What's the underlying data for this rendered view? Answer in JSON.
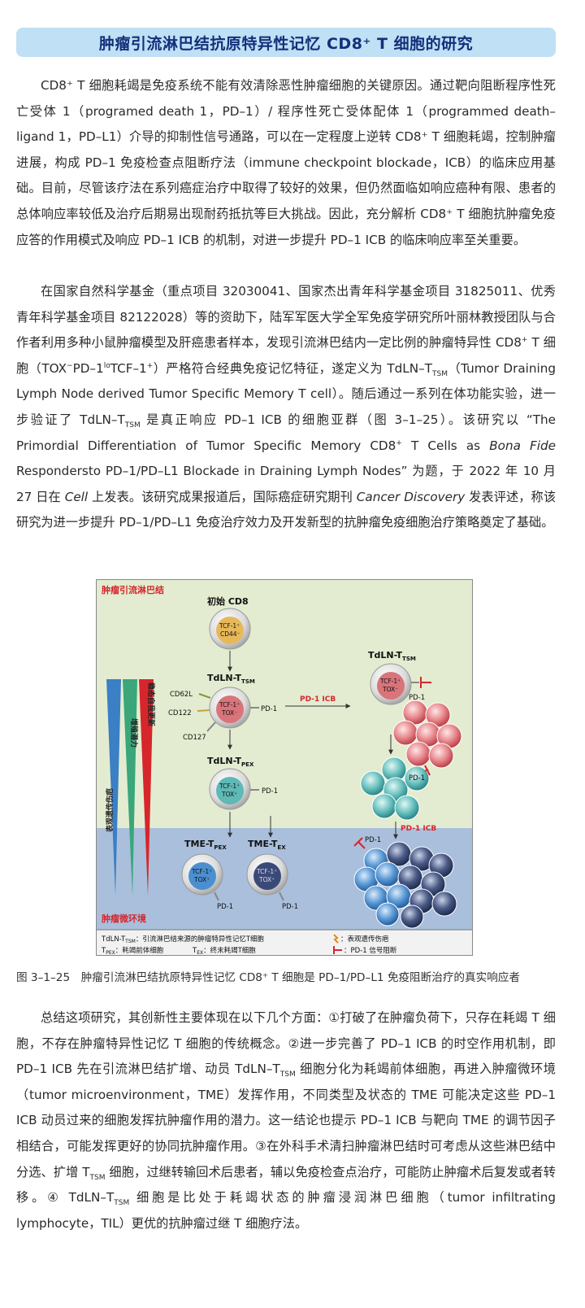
{
  "title": "肿瘤引流淋巴结抗原特异性记忆 CD8⁺ T 细胞的研究",
  "paragraph1": "CD8⁺ T 细胞耗竭是免疫系统不能有效清除恶性肿瘤细胞的关键原因。通过靶向阻断程序性死亡受体 1（programed death 1，PD–1）/ 程序性死亡受体配体 1（programmed death–ligand 1，PD–L1）介导的抑制性信号通路，可以在一定程度上逆转 CD8⁺ T 细胞耗竭，控制肿瘤进展，构成 PD–1 免疫检查点阻断疗法（immune checkpoint blockade，ICB）的临床应用基础。目前，尽管该疗法在系列癌症治疗中取得了较好的效果，但仍然面临如响应癌种有限、患者的总体响应率较低及治疗后期易出现耐药抵抗等巨大挑战。因此，充分解析 CD8⁺ T 细胞抗肿瘤免疫应答的作用模式及响应 PD–1 ICB 的机制，对进一步提升 PD–1 ICB 的临床响应率至关重要。",
  "paragraph2": {
    "a": "在国家自然科学基金（重点项目 32030041、国家杰出青年科学基金项目 31825011、优秀青年科学基金项目 82122028）等的资助下，陆军军医大学全军免疫学研究所叶丽林教授团队与合作者利用多种小鼠肿瘤模型及肝癌患者样本，发现引流淋巴结内一定比例的肿瘤特异性 CD8",
    "b": " T 细胞（TOX",
    "c": "PD–1",
    "d": "TCF–1",
    "e": "）严格符合经典免疫记忆特征，遂定义为 TdLN–T",
    "f": "（Tumor Draining Lymph Node derived Tumor Specific Memory T cell）。随后通过一系列在体功能实验，进一步验证了 TdLN–T",
    "g": " 是真正响应 PD–1 ICB 的细胞亚群（图 3–1–25）。该研究以 “The Primordial Differentiation of Tumor Specific Memory CD8",
    "h": " T Cells as ",
    "h_italic": "Bona Fide",
    "i": " Respondersto PD–1/PD–L1 Blockade in Draining Lymph Nodes” 为题，于 2022 年 10 月 27 日在 ",
    "journal1": "Cell",
    "j": " 上发表。该研究成果报道后，国际癌症研究期刊 ",
    "journal2": "Cancer Discovery",
    "k": " 发表评述，称该研究为进一步提升 PD–1/PD–L1 免疫治疗效力及开发新型的抗肿瘤免疫细胞治疗策略奠定了基础。",
    "sup_plus": "+",
    "sup_minus": "−",
    "sup_lo": "lo",
    "sub_tsm": "TSM"
  },
  "paragraph3": {
    "a": "总结这项研究，其创新性主要体现在以下几个方面：①打破了在肿瘤负荷下，只存在耗竭 T 细胞，不存在肿瘤特异性记忆 T 细胞的传统概念。②进一步完善了 PD–1 ICB 的时空作用机制，即 PD–1 ICB 先在引流淋巴结扩增、动员 TdLN–T",
    "b": " 细胞分化为耗竭前体细胞，再进入肿瘤微环境（tumor microenvironment，TME）发挥作用，不同类型及状态的 TME 可能决定这些 PD–1 ICB 动员过来的细胞发挥抗肿瘤作用的潜力。这一结论也提示 PD–1 ICB 与靶向 TME 的调节因子相结合，可能发挥更好的协同抗肿瘤作用。③在外科手术清扫肿瘤淋巴结时可考虑从这些淋巴结中分选、扩增 T",
    "c": " 细胞，过继转输回术后患者，辅以免疫检查点治疗，可能防止肿瘤术后复发或者转移。④ TdLN–T",
    "d": " 细胞是比处于耗竭状态的肿瘤浸润淋巴细胞（tumor infiltrating lymphocyte，TIL）更优的抗肿瘤过继 T 细胞疗法。"
  },
  "figure": {
    "region_top_label": "肿瘤引流淋巴结",
    "region_bottom_label": "肿瘤微环境",
    "naive_label": "初始 CD8",
    "tcf1_plus": "TCF-1⁺",
    "cd44_minus": "CD44⁻",
    "tox_plus": "TOX⁺",
    "tox_minus": "TOX⁻",
    "tdln_base": "TdLN-T",
    "tme_base": "TME-T",
    "sub_tsm": "TSM",
    "sub_pex": "PEX",
    "sub_ex": "EX",
    "cd62l": "CD62L",
    "cd122": "CD122",
    "cd127": "CD127",
    "pd1": "PD-1",
    "pd1_icb": "PD-1 ICB",
    "bar1": "表观遗传伤疤",
    "bar2": "增殖潜力",
    "bar3": "稳态自我更新",
    "legend_tdln": "：引流淋巴结来源的肿瘤特异性记忆T细胞",
    "legend_pex": "：耗竭前体细胞",
    "legend_tex": "：终末耗竭T细胞",
    "legend_scar": "：表观遗传伤疤",
    "legend_block": "：PD-1 信号阻断",
    "colors": {
      "top_bg": "#e3ecd0",
      "bottom_bg": "#a9bfdc",
      "red": "#d6262c",
      "teal": "#3aa6a6",
      "blue": "#3b7fc4"
    }
  },
  "caption": "图 3–1–25　肿瘤引流淋巴结抗原特异性记忆 CD8⁺ T 细胞是 PD–1/PD–L1 免疫阻断治疗的真实响应者"
}
